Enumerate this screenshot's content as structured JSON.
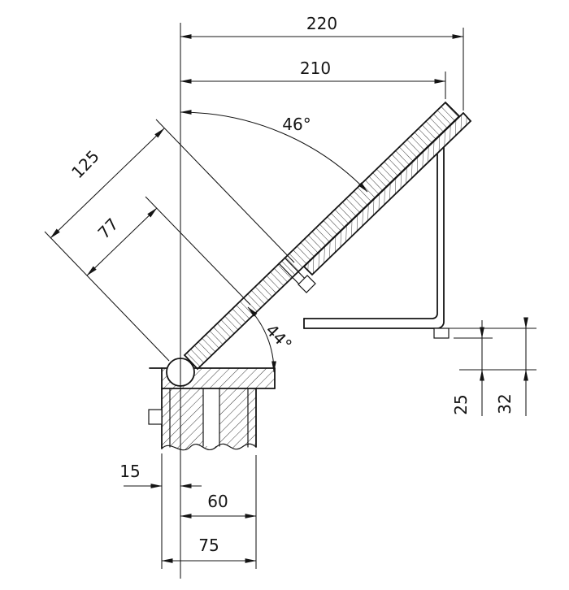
{
  "drawing": {
    "title": "angled-bracket-section-drawing",
    "dimensions": {
      "overall_width": "220",
      "plate_width": "210",
      "open_angle": "46°",
      "arm_outer": "125",
      "arm_inner": "77",
      "arm_angle": "44°",
      "step_inner": "25",
      "step_outer": "32",
      "base_offset": "15",
      "base_inner": "60",
      "base_width": "75"
    },
    "colors": {
      "line": "#141414",
      "hatch": "#3a3a3a",
      "background": "#ffffff"
    }
  }
}
